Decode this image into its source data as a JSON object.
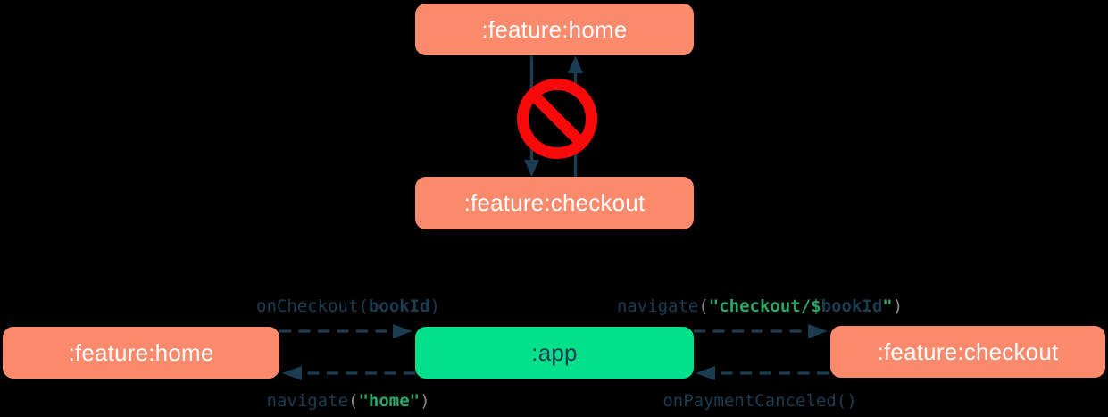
{
  "colors": {
    "bg": "#000000",
    "module-fill": "#FA8A6B",
    "module-text": "#FFFFFF",
    "app-fill": "#00E18A",
    "navy": "#1C3C51",
    "code-green": "#2AA768",
    "code-gray": "#8A8A8A",
    "forbidden-red": "#F90A0A"
  },
  "forbidden_graph": {
    "home": ":feature:home",
    "checkout": ":feature:checkout"
  },
  "mediator_graph": {
    "home": ":feature:home",
    "app": ":app",
    "checkout": ":feature:checkout",
    "home_to_app": {
      "text": "onCheckout(bookId)",
      "segments": [
        {
          "t": "onCheckout(",
          "c": "navy"
        },
        {
          "t": "bookId",
          "c": "navy",
          "b": true
        },
        {
          "t": ")",
          "c": "navy"
        }
      ]
    },
    "app_to_home": {
      "text": "navigate(\"home\")",
      "segments": [
        {
          "t": "navigate",
          "c": "navy"
        },
        {
          "t": "(",
          "c": "gray"
        },
        {
          "t": "\"home\"",
          "c": "green",
          "b": true
        },
        {
          "t": ")",
          "c": "gray"
        }
      ]
    },
    "app_to_checkout": {
      "text": "navigate(\"checkout/$bookId\")",
      "segments": [
        {
          "t": "navigate",
          "c": "navy"
        },
        {
          "t": "(",
          "c": "gray"
        },
        {
          "t": "\"checkout/$",
          "c": "green",
          "b": true
        },
        {
          "t": "bookId",
          "c": "navy",
          "b": true
        },
        {
          "t": "\"",
          "c": "green",
          "b": true
        },
        {
          "t": ")",
          "c": "gray"
        }
      ]
    },
    "checkout_to_app": {
      "text": "onPaymentCanceled()",
      "segments": [
        {
          "t": "onPaymentCanceled()",
          "c": "navy"
        }
      ]
    }
  }
}
